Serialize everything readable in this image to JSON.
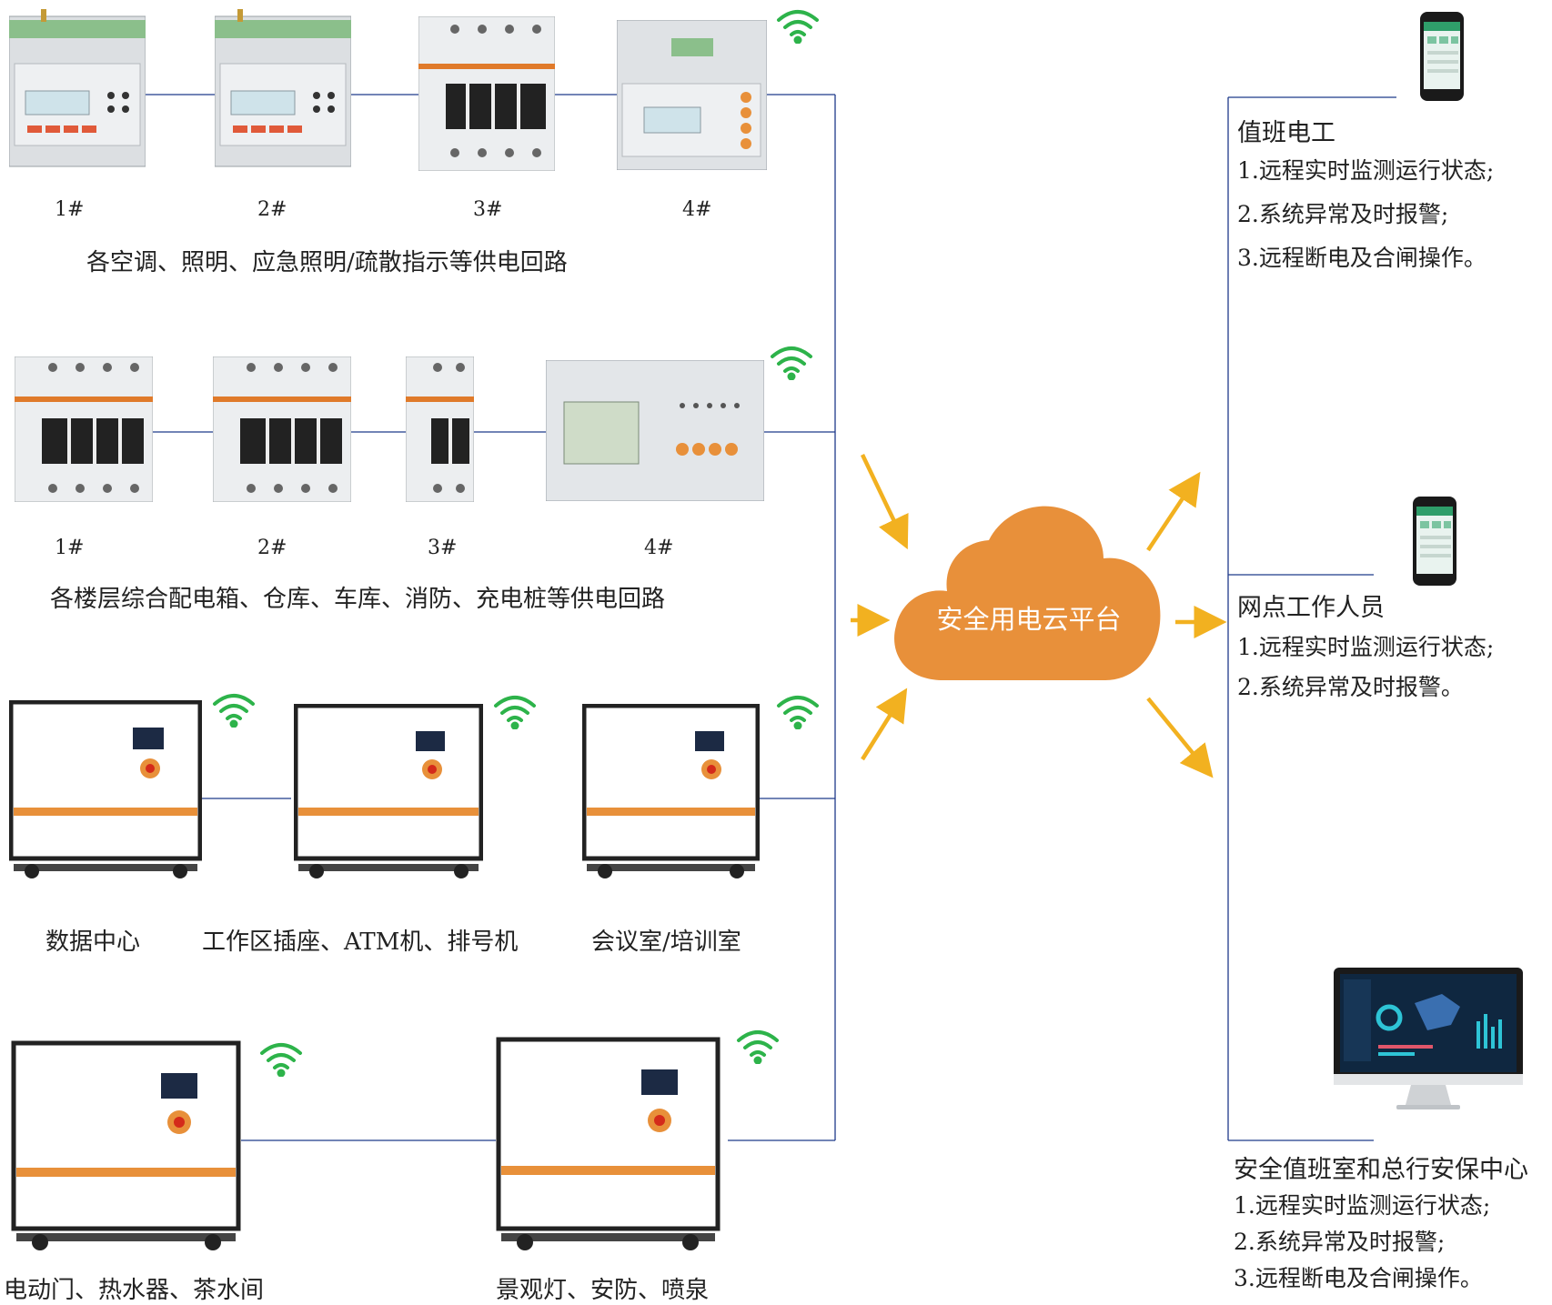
{
  "colors": {
    "cloud": "#e8903a",
    "arrow": "#f2b120",
    "line": "#1f3a8a",
    "wifi": "#2db34a"
  },
  "row1": {
    "numbers": [
      "1#",
      "2#",
      "3#",
      "4#"
    ],
    "caption": "各空调、照明、应急照明/疏散指示等供电回路"
  },
  "row2": {
    "numbers": [
      "1#",
      "2#",
      "3#",
      "4#"
    ],
    "caption": "各楼层综合配电箱、仓库、车库、消防、充电桩等供电回路"
  },
  "row3": {
    "captions": [
      "数据中心",
      "工作区插座、ATM机、排号机",
      "会议室/培训室"
    ]
  },
  "row4": {
    "captions": [
      "电动门、热水器、茶水间",
      "景观灯、安防、喷泉"
    ]
  },
  "cloud": {
    "label": "安全用电云平台"
  },
  "roles": [
    {
      "title": "值班电工",
      "items": [
        "1.远程实时监测运行状态;",
        "2.系统异常及时报警;",
        "3.远程断电及合闸操作。"
      ]
    },
    {
      "title": "网点工作人员",
      "items": [
        "1.远程实时监测运行状态;",
        "2.系统异常及时报警。"
      ]
    },
    {
      "title": "安全值班室和总行安保中心",
      "items": [
        "1.远程实时监测运行状态;",
        "2.系统异常及时报警;",
        "3.远程断电及合闸操作。"
      ]
    }
  ],
  "icons": [
    "wifi-icon",
    "smartphone-icon",
    "monitor-icon",
    "cloud-icon",
    "arrow-icon"
  ]
}
